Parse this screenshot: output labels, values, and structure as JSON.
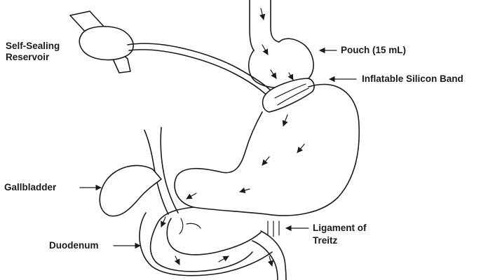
{
  "labels": {
    "reservoir_line1": "Self-Sealing",
    "reservoir_line2": "Reservoir",
    "pouch": "Pouch (15 mL)",
    "band": "Inflatable Silicon Band",
    "gallbladder": "Gallbladder",
    "duodenum": "Duodenum",
    "ligament_line1": "Ligament of",
    "ligament_line2": "Treitz"
  }
}
